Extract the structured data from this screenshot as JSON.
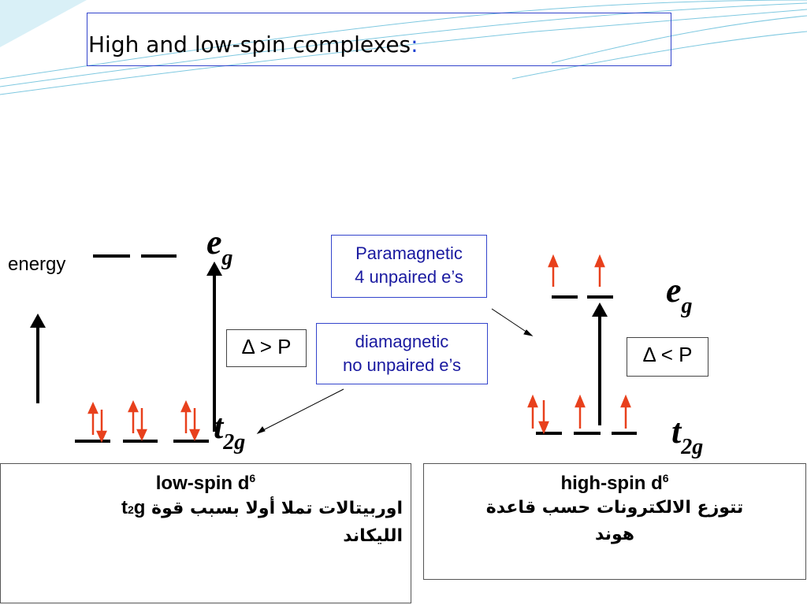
{
  "title": {
    "text": "High and low-spin complexes",
    "colon": ":"
  },
  "energy_label": "energy",
  "labels": {
    "eg_main": "e",
    "eg_sub": "g",
    "t2g_main": "t",
    "t2g_sub": "2g"
  },
  "paramagnetic": {
    "line1": "Paramagnetic",
    "line2": "4 unpaired e’s"
  },
  "diamagnetic": {
    "line1": "diamagnetic",
    "line2": "no unpaired e’s"
  },
  "delta_left": "Δ > P",
  "delta_right": "Δ < P",
  "low_spin": {
    "title": "low-spin d",
    "sup": "6",
    "line1_ar": "اوربيتالات تملا أولا بسبب قوة",
    "t2g_main": "t",
    "t2g_sub": "2",
    "t2g_g": "g",
    "line2_ar": "الليكاند"
  },
  "high_spin": {
    "title": "high-spin d",
    "sup": "6",
    "line1_ar": "تتوزع الالكترونات حسب قاعدة",
    "line2_ar": "هوند"
  },
  "colors": {
    "electron": "#e8401c",
    "box_border": "#3344cc",
    "text_blue": "#1a1aa0"
  }
}
